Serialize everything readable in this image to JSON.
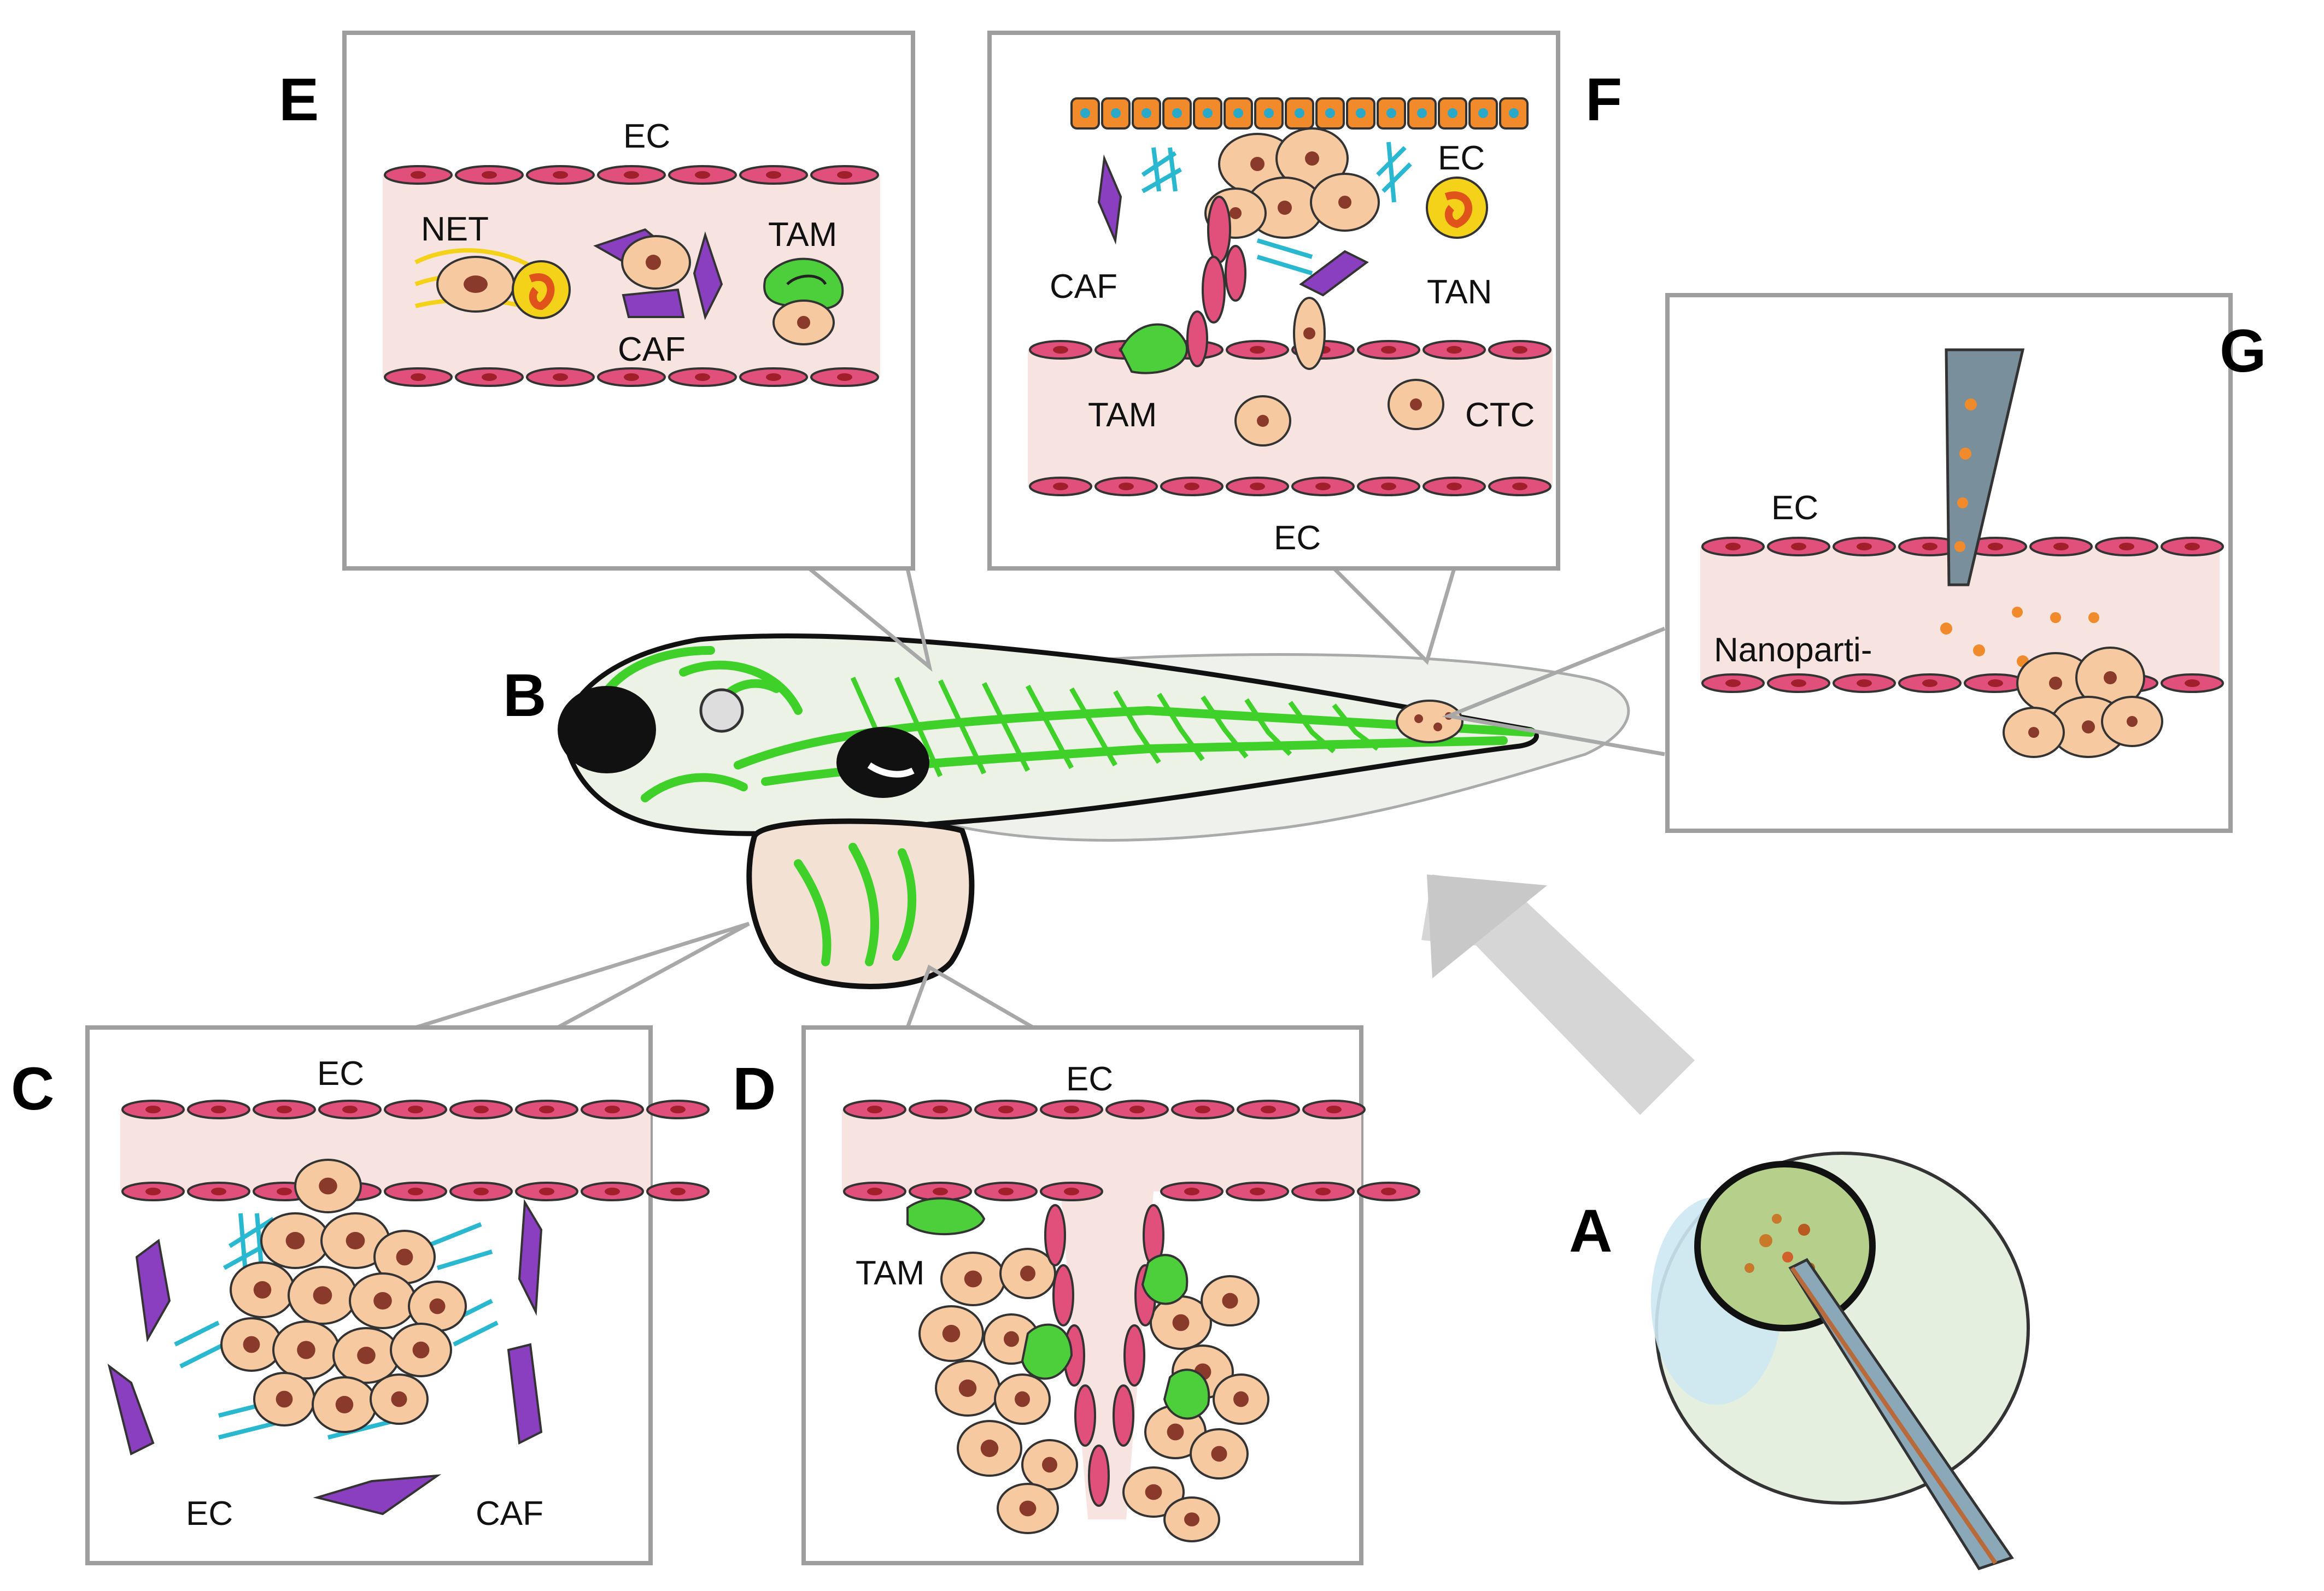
{
  "panels": {
    "A": {
      "letter": "A"
    },
    "B": {
      "letter": "B"
    },
    "C": {
      "letter": "C",
      "labels": {
        "ec_top": "EC",
        "ec_bottom": "EC",
        "caf": "CAF"
      }
    },
    "D": {
      "letter": "D",
      "labels": {
        "ec": "EC",
        "tam": "TAM"
      }
    },
    "E": {
      "letter": "E",
      "labels": {
        "ec": "EC",
        "net": "NET",
        "tam": "TAM",
        "caf": "CAF"
      }
    },
    "F": {
      "letter": "F",
      "labels": {
        "ec_top": "EC",
        "caf": "CAF",
        "tan": "TAN",
        "tam": "TAM",
        "ctc": "CTC",
        "ec_bottom": "EC"
      }
    },
    "G": {
      "letter": "G",
      "labels": {
        "ec": "EC",
        "nanoparticles": "Nanoparti-"
      }
    }
  },
  "colors": {
    "endothelial_cell": "#e0507a",
    "endothelial_nucleus": "#a01f2a",
    "vessel_lumen": "#f7e4e0",
    "tumor_cell": "#f6c9a0",
    "tumor_nucleus": "#8a3a2a",
    "caf": "#8a3fc0",
    "tam": "#4ccf3a",
    "neutrophil": "#f5d21a",
    "ecm_fibers": "#29b8d0",
    "vasculature": "#3fd12a",
    "epithelium": "#f08a2a",
    "needle": "#8aa8b8",
    "arrow": "#cccccc"
  }
}
